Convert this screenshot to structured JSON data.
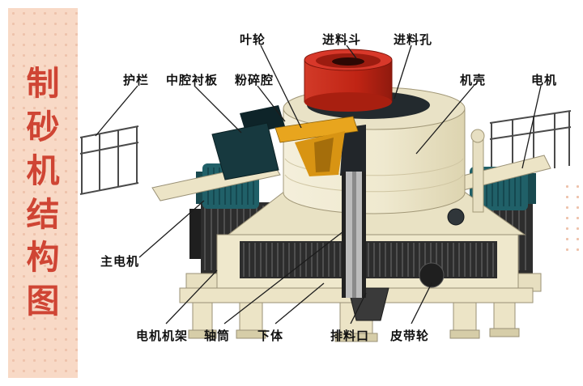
{
  "sidebar": {
    "title": "制砂机结构图",
    "title_chars": [
      "制",
      "砂",
      "机",
      "结",
      "构",
      "图"
    ],
    "bg_color": "#f8d9c6",
    "text_color": "#cf4534"
  },
  "diagram": {
    "subject": "制砂机结构图",
    "labels": [
      {
        "id": "impeller",
        "text": "叶轮"
      },
      {
        "id": "feed-hopper",
        "text": "进料斗"
      },
      {
        "id": "feed-inlet",
        "text": "进料孔"
      },
      {
        "id": "guardrail",
        "text": "护栏"
      },
      {
        "id": "middle-cavity-liner",
        "text": "中腔衬板"
      },
      {
        "id": "crushing-chamber",
        "text": "粉碎腔"
      },
      {
        "id": "casing",
        "text": "机壳"
      },
      {
        "id": "motor",
        "text": "电机"
      },
      {
        "id": "main-motor",
        "text": "主电机"
      },
      {
        "id": "motor-frame",
        "text": "电机机架"
      },
      {
        "id": "shaft-tube",
        "text": "轴筒"
      },
      {
        "id": "lower-body",
        "text": "下体"
      },
      {
        "id": "discharge-port",
        "text": "排料口"
      },
      {
        "id": "belt-pulley",
        "text": "皮带轮"
      }
    ],
    "colors": {
      "machine_cream": "#f1ebd2",
      "hopper_red": "#c42a1a",
      "impeller_yellow": "#e8a51e",
      "motor_teal": "#206068",
      "metal_dark": "#2d2d2d",
      "leader_line": "#1c1c1c"
    }
  }
}
